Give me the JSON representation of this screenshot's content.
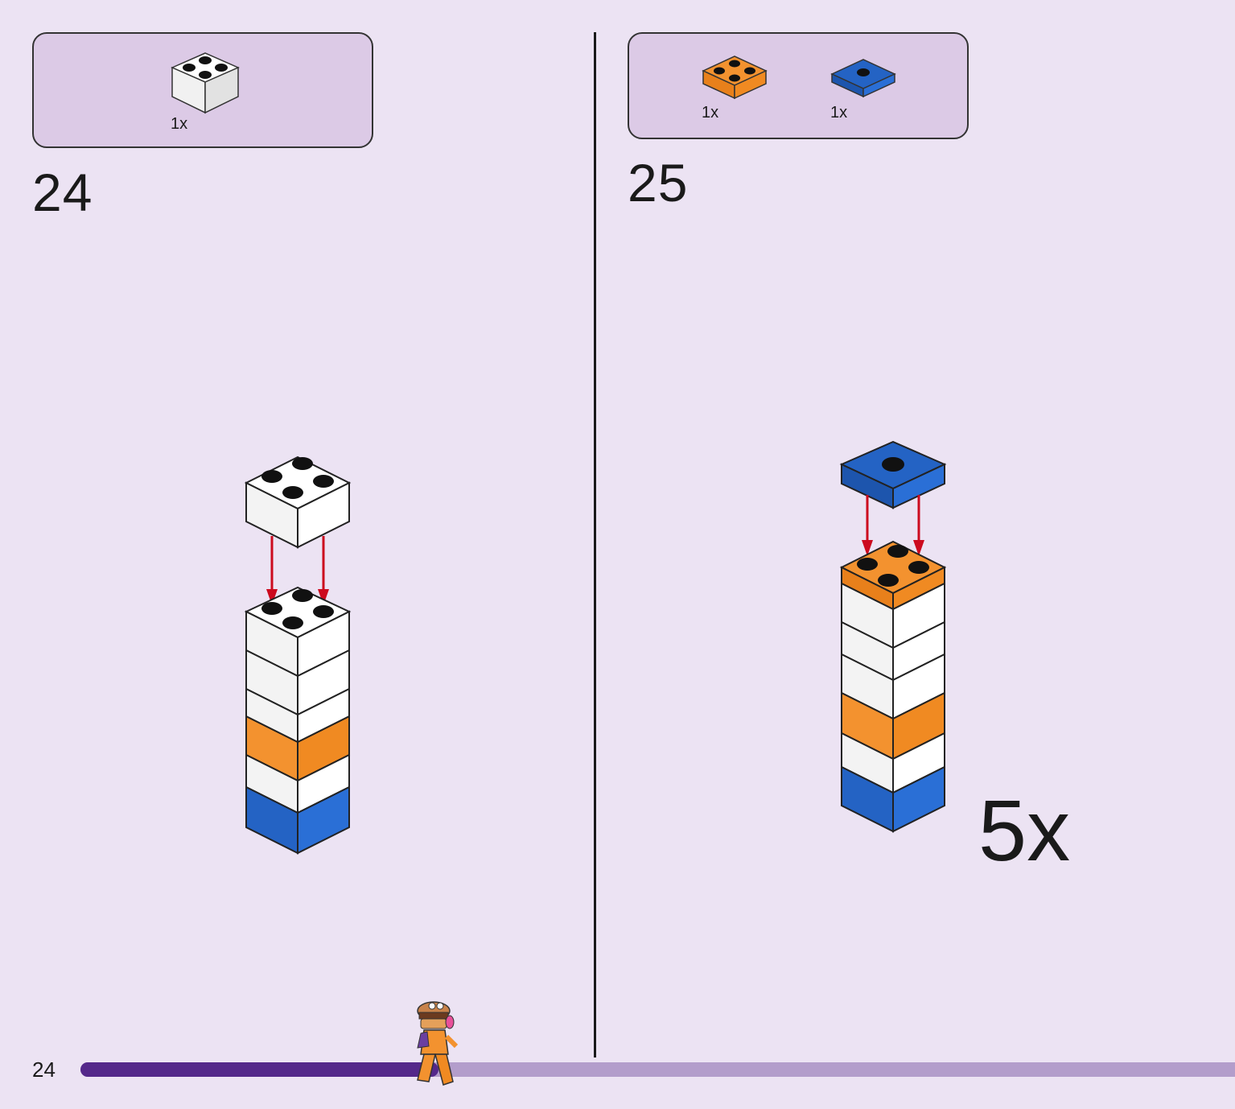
{
  "page_number": "24",
  "progress": {
    "fraction": 0.31
  },
  "colors": {
    "white": "#ffffff",
    "orange": "#f3922f",
    "blue": "#2463c4",
    "arrow": "#cc0a1e",
    "progress_done": "#54288a",
    "progress_todo": "#b39dcb"
  },
  "steps": [
    {
      "number": "24",
      "parts": [
        {
          "name": "white-brick-2x2",
          "qty": "1x"
        }
      ]
    },
    {
      "number": "25",
      "parts": [
        {
          "name": "orange-plate-2x2",
          "qty": "1x"
        },
        {
          "name": "blue-jumper-plate-2x2",
          "qty": "1x"
        }
      ],
      "multiplier": "5x"
    }
  ],
  "icons": [
    "white-brick-icon",
    "orange-plate-icon",
    "blue-plate-icon",
    "tower-build-icon",
    "minifigure-icon"
  ]
}
